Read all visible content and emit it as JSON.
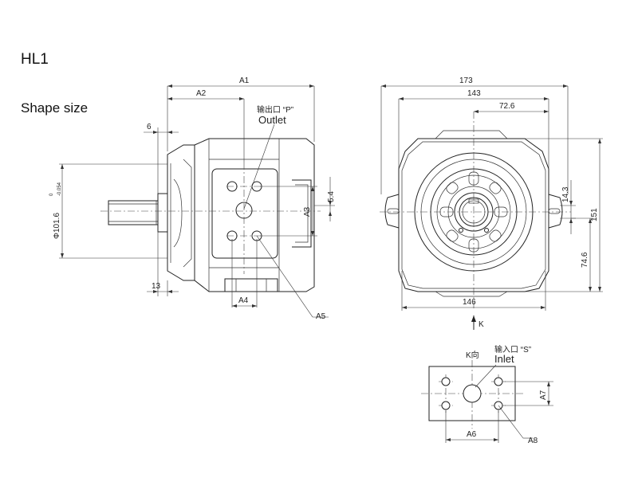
{
  "header": {
    "title": "HL1",
    "subtitle": "Shape size"
  },
  "side_view": {
    "outlet_cn": "输出口 “P”",
    "outlet_en": "Outlet",
    "dims": {
      "a1": "A1",
      "a2": "A2",
      "a3": "A3",
      "a4": "A4",
      "a5": "A5",
      "d6": "6",
      "d13": "13",
      "d5_4": "5.4",
      "shaft_dia": "Φ101.6",
      "tol_upper": "0",
      "tol_lower": "-0.054"
    }
  },
  "front_view": {
    "dims": {
      "d173": "173",
      "d143": "143",
      "d72_6": "72.6",
      "d146": "146",
      "d151": "151",
      "d14_3": "14.3",
      "d74_6": "74.6"
    },
    "k_arrow": "K"
  },
  "k_view": {
    "title": "K向",
    "inlet_cn": "输入口 “S”",
    "inlet_en": "Inlet",
    "dims": {
      "a6": "A6",
      "a7": "A7",
      "a8": "A8"
    }
  }
}
